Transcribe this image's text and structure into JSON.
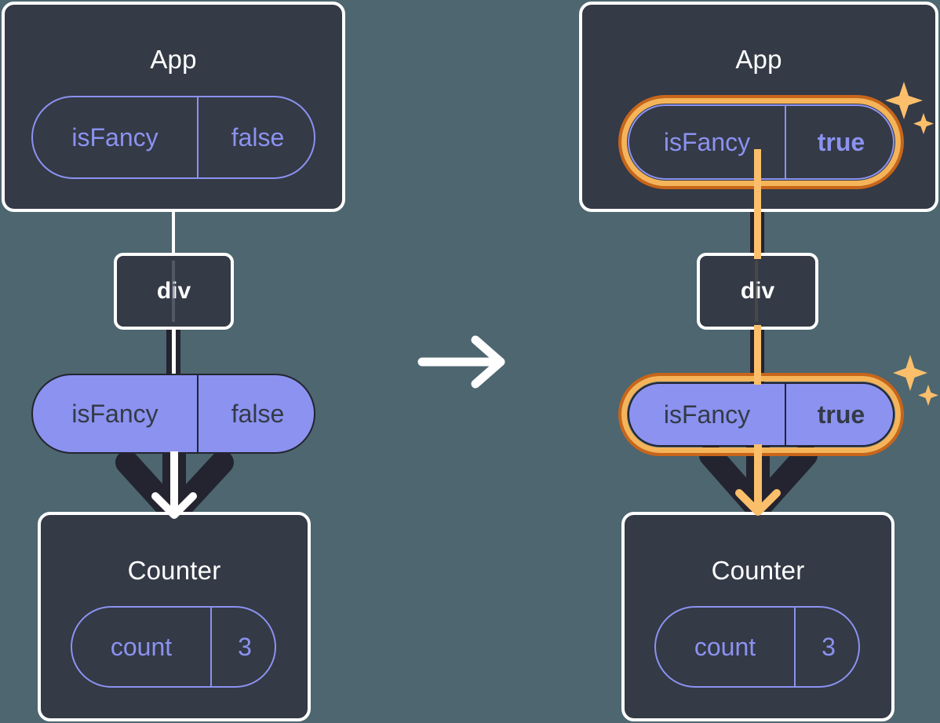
{
  "diagram": {
    "title": "React state update: isFancy passed from App through div to Counter",
    "transition_icon": "arrow-right-icon",
    "sparkle_icon": "sparkles-icon",
    "colors": {
      "background": "#4d6670",
      "panel": "#343a46",
      "panel_border": "#ffffff",
      "accent_lavender": "#8b92f0",
      "highlight_orange": "#f5b459",
      "highlight_orange_dark": "#c8651a",
      "highlight_orange_light": "#fbbf6b",
      "connector_dark": "#23242f"
    }
  },
  "before": {
    "app": {
      "title": "App",
      "state": {
        "key": "isFancy",
        "value": "false",
        "highlighted": false
      }
    },
    "div": {
      "label": "div"
    },
    "prop": {
      "key": "isFancy",
      "value": "false",
      "highlighted": false
    },
    "counter": {
      "title": "Counter",
      "state": {
        "key": "count",
        "value": "3",
        "highlighted": false
      }
    }
  },
  "after": {
    "app": {
      "title": "App",
      "state": {
        "key": "isFancy",
        "value": "true",
        "highlighted": true
      }
    },
    "div": {
      "label": "div"
    },
    "prop": {
      "key": "isFancy",
      "value": "true",
      "highlighted": true
    },
    "counter": {
      "title": "Counter",
      "state": {
        "key": "count",
        "value": "3",
        "highlighted": false
      }
    }
  }
}
